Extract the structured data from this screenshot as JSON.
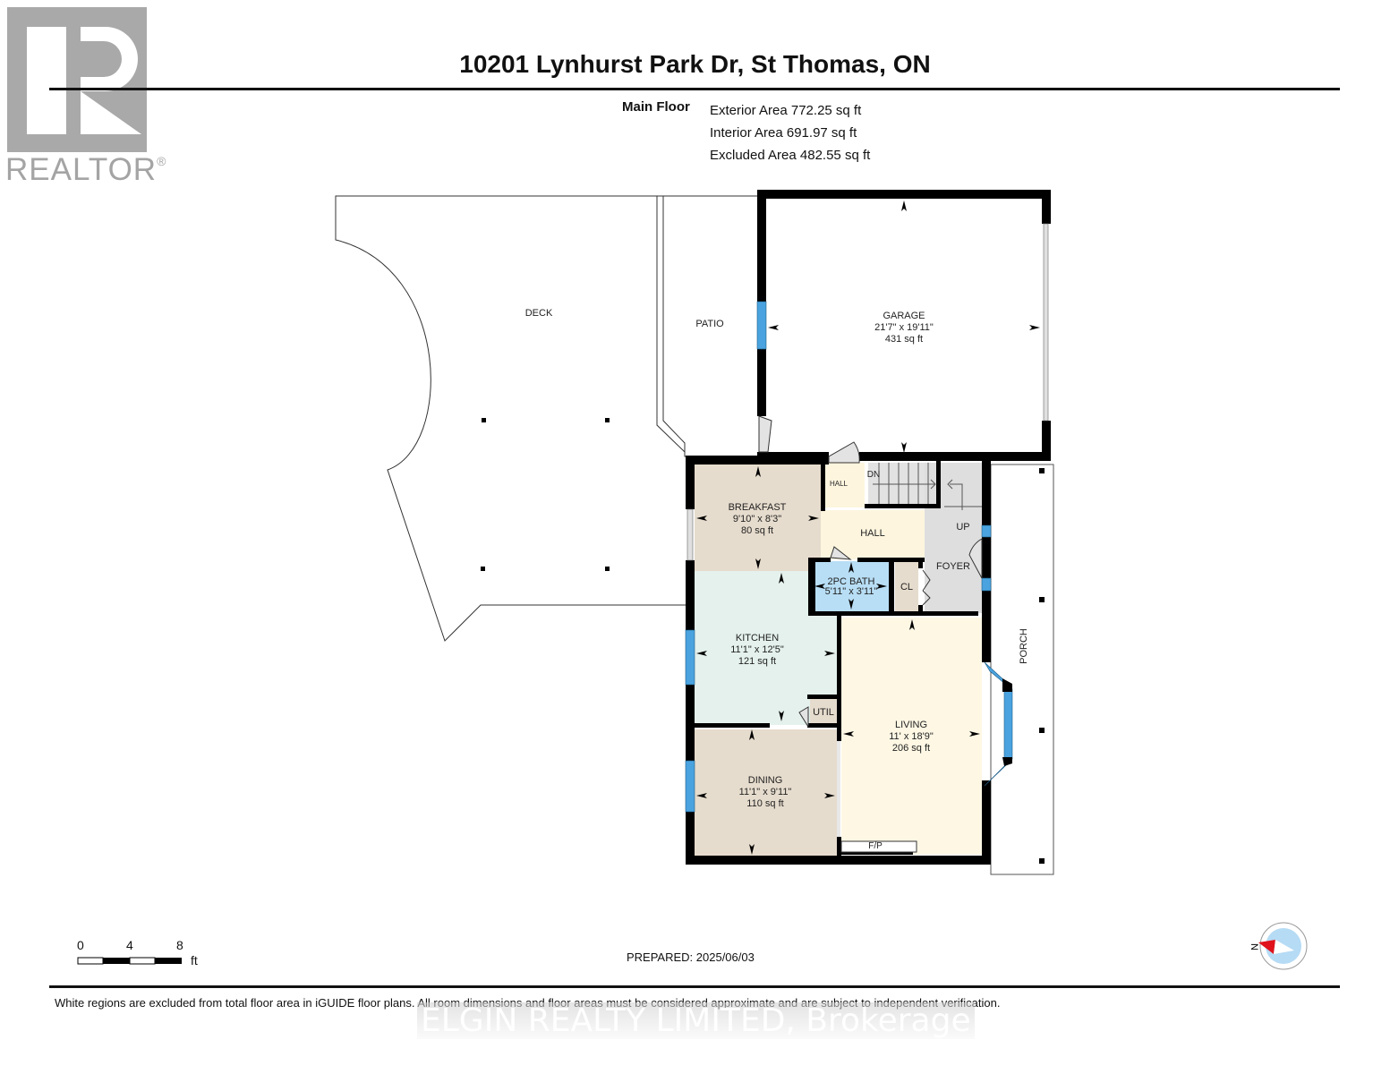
{
  "header": {
    "logo": "REALTOR",
    "logo_mark": "®",
    "title": "10201 Lynhurst Park Dr, St Thomas, ON"
  },
  "floor_summary": {
    "floor_name": "Main Floor",
    "exterior_area": "Exterior Area 772.25 sq ft",
    "interior_area": "Interior Area 691.97 sq ft",
    "excluded_area": "Excluded Area 482.55 sq ft"
  },
  "rooms": {
    "deck": {
      "name": "DECK"
    },
    "patio": {
      "name": "PATIO"
    },
    "garage": {
      "name": "GARAGE",
      "dims": "21'7\" x 19'11\"",
      "area": "431 sq ft"
    },
    "breakfast": {
      "name": "BREAKFAST",
      "dims": "9'10\" x 8'3\"",
      "area": "80 sq ft"
    },
    "hall_small": {
      "name": "HALL"
    },
    "stairs_down": {
      "name": "DN"
    },
    "hall": {
      "name": "HALL"
    },
    "stairs_up": {
      "name": "UP"
    },
    "foyer": {
      "name": "FOYER"
    },
    "bath": {
      "name": "2PC BATH",
      "dims": "5'11\" x 3'11\""
    },
    "closet": {
      "name": "CL"
    },
    "kitchen": {
      "name": "KITCHEN",
      "dims": "11'1\" x 12'5\"",
      "area": "121 sq ft"
    },
    "util": {
      "name": "UTIL"
    },
    "living": {
      "name": "LIVING",
      "dims": "11' x 18'9\"",
      "area": "206 sq ft"
    },
    "fireplace": {
      "name": "F/P"
    },
    "dining": {
      "name": "DINING",
      "dims": "11'1\" x 9'11\"",
      "area": "110 sq ft"
    },
    "porch": {
      "name": "PORCH"
    }
  },
  "colors": {
    "wall": "#000000",
    "window": "#4aa3df",
    "breakfast": "#e6dccd",
    "dining": "#e6dccd",
    "hall": "#fdf5de",
    "living": "#fdf7e4",
    "kitchen": "#e4f1ec",
    "bath": "#b8def5",
    "foyer": "#dedede",
    "closet": "#e6dccd"
  },
  "scale_bar": {
    "labels": [
      "0",
      "4",
      "8"
    ],
    "unit": "ft"
  },
  "footer": {
    "prepared": "PREPARED: 2025/06/03",
    "disclaimer": "White regions are excluded from total floor area in iGUIDE floor plans. All room dimensions and floor areas must be considered approximate and are subject to independent verification.",
    "watermark": "ELGIN REALTY LIMITED, Brokerage"
  },
  "compass": {
    "label": "N"
  }
}
